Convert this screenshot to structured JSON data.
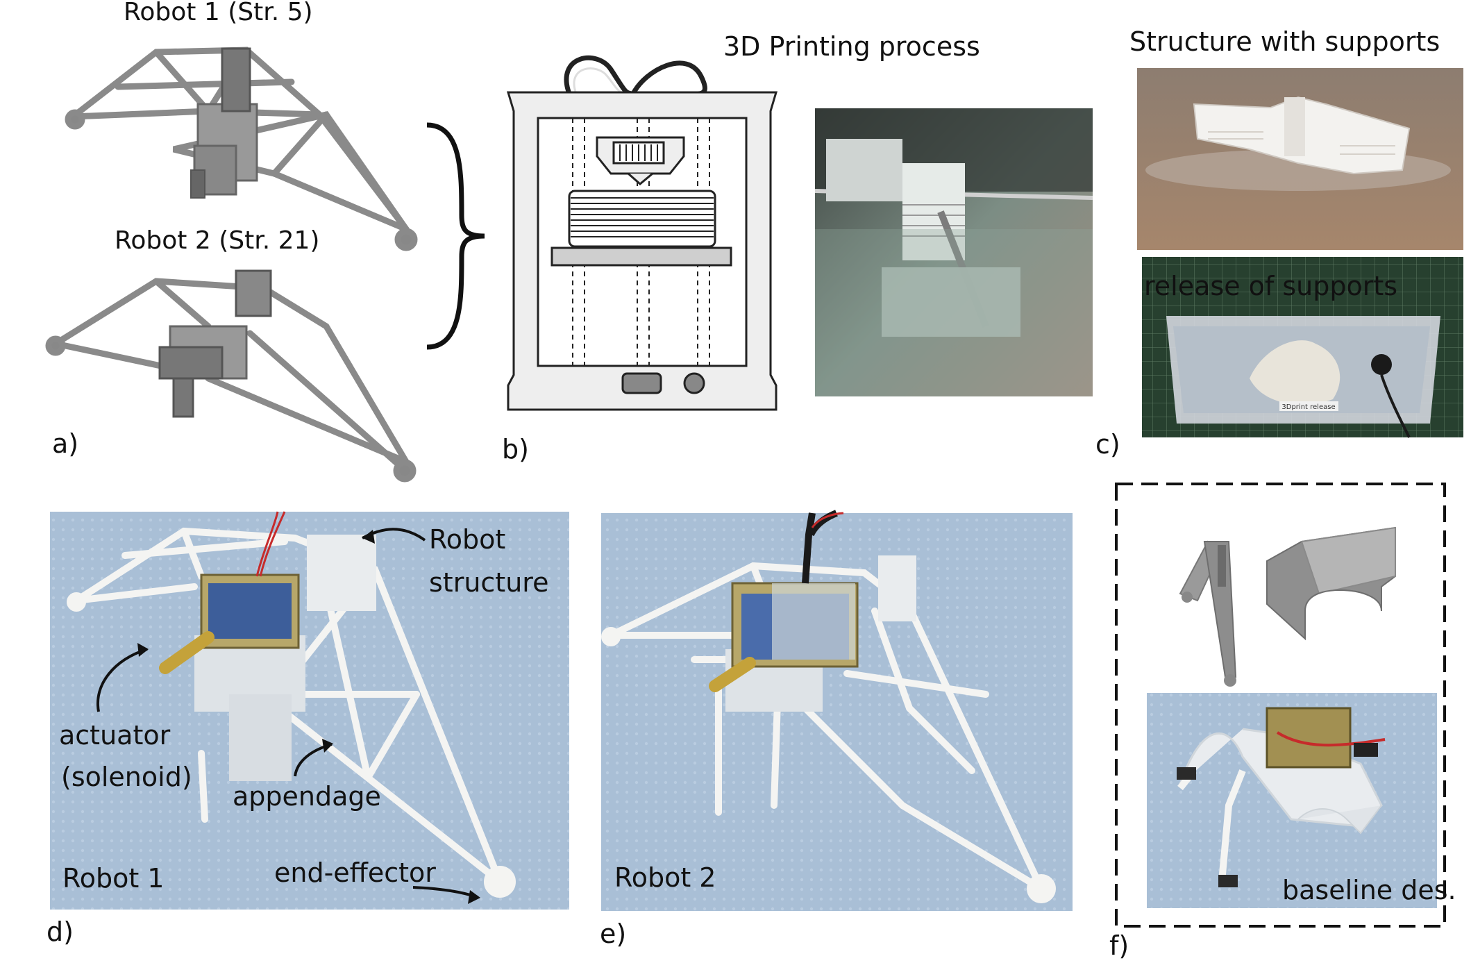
{
  "panel_a": {
    "label": "a)",
    "robot1_title": "Robot 1 (Str. 5)",
    "robot2_title": "Robot 2 (Str. 21)"
  },
  "panel_b": {
    "label": "b)",
    "title": "3D Printing process"
  },
  "panel_c": {
    "label": "c)",
    "title": "Structure with supports",
    "release_caption": "release of supports",
    "box_tag": "3Dprint release"
  },
  "panel_d": {
    "label": "d)",
    "robot_label": "Robot 1",
    "annot_structure_1": "Robot",
    "annot_structure_2": "structure",
    "annot_actuator_1": "actuator",
    "annot_actuator_2": "(solenoid)",
    "annot_appendage": "appendage",
    "annot_end_effector": "end-effector"
  },
  "panel_e": {
    "label": "e)",
    "robot_label": "Robot 2"
  },
  "panel_f": {
    "label": "f)",
    "caption": "baseline des."
  },
  "colors": {
    "render_gray": "#8c8c8c",
    "photo_blue": "#a9bfd6",
    "printer_frame": "#eeeeee",
    "print_photo": "#7d8a80"
  }
}
